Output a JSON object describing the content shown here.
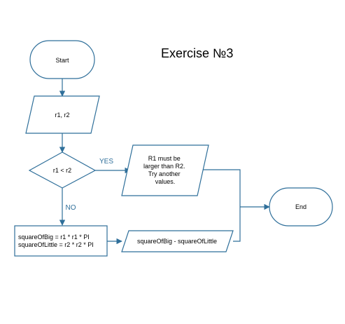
{
  "title": "Exercise №3",
  "colors": {
    "stroke": "#2f6f9a",
    "label": "#2f6f9a",
    "text": "#000000",
    "fill": "#ffffff"
  },
  "nodes": {
    "start": {
      "label": "Start"
    },
    "input": {
      "label": "r1, r2"
    },
    "decision": {
      "label": "r1 < r2"
    },
    "error": {
      "lines": [
        "R1 must be",
        "larger than R2.",
        "Try another",
        "values."
      ]
    },
    "compute": {
      "lines": [
        "squareOfBig = r1 * r1 * PI",
        "squareOfLittle = r2 * r2 * PI"
      ]
    },
    "output": {
      "label": "squareOfBig - squareOfLittle"
    },
    "end": {
      "label": "End"
    }
  },
  "edges": {
    "yes": "YES",
    "no": "NO"
  }
}
